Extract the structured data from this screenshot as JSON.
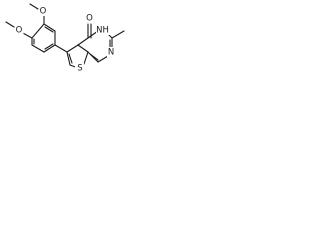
{
  "molecule": {
    "atoms": {
      "o_methoxy_top": "O",
      "o_methoxy_left": "O",
      "o_carbonyl": "O",
      "nh": "NH",
      "n_ring": "N",
      "s_thiophene": "S"
    }
  },
  "colors": {
    "stroke": "#1a1a1a",
    "background": "#ffffff"
  }
}
